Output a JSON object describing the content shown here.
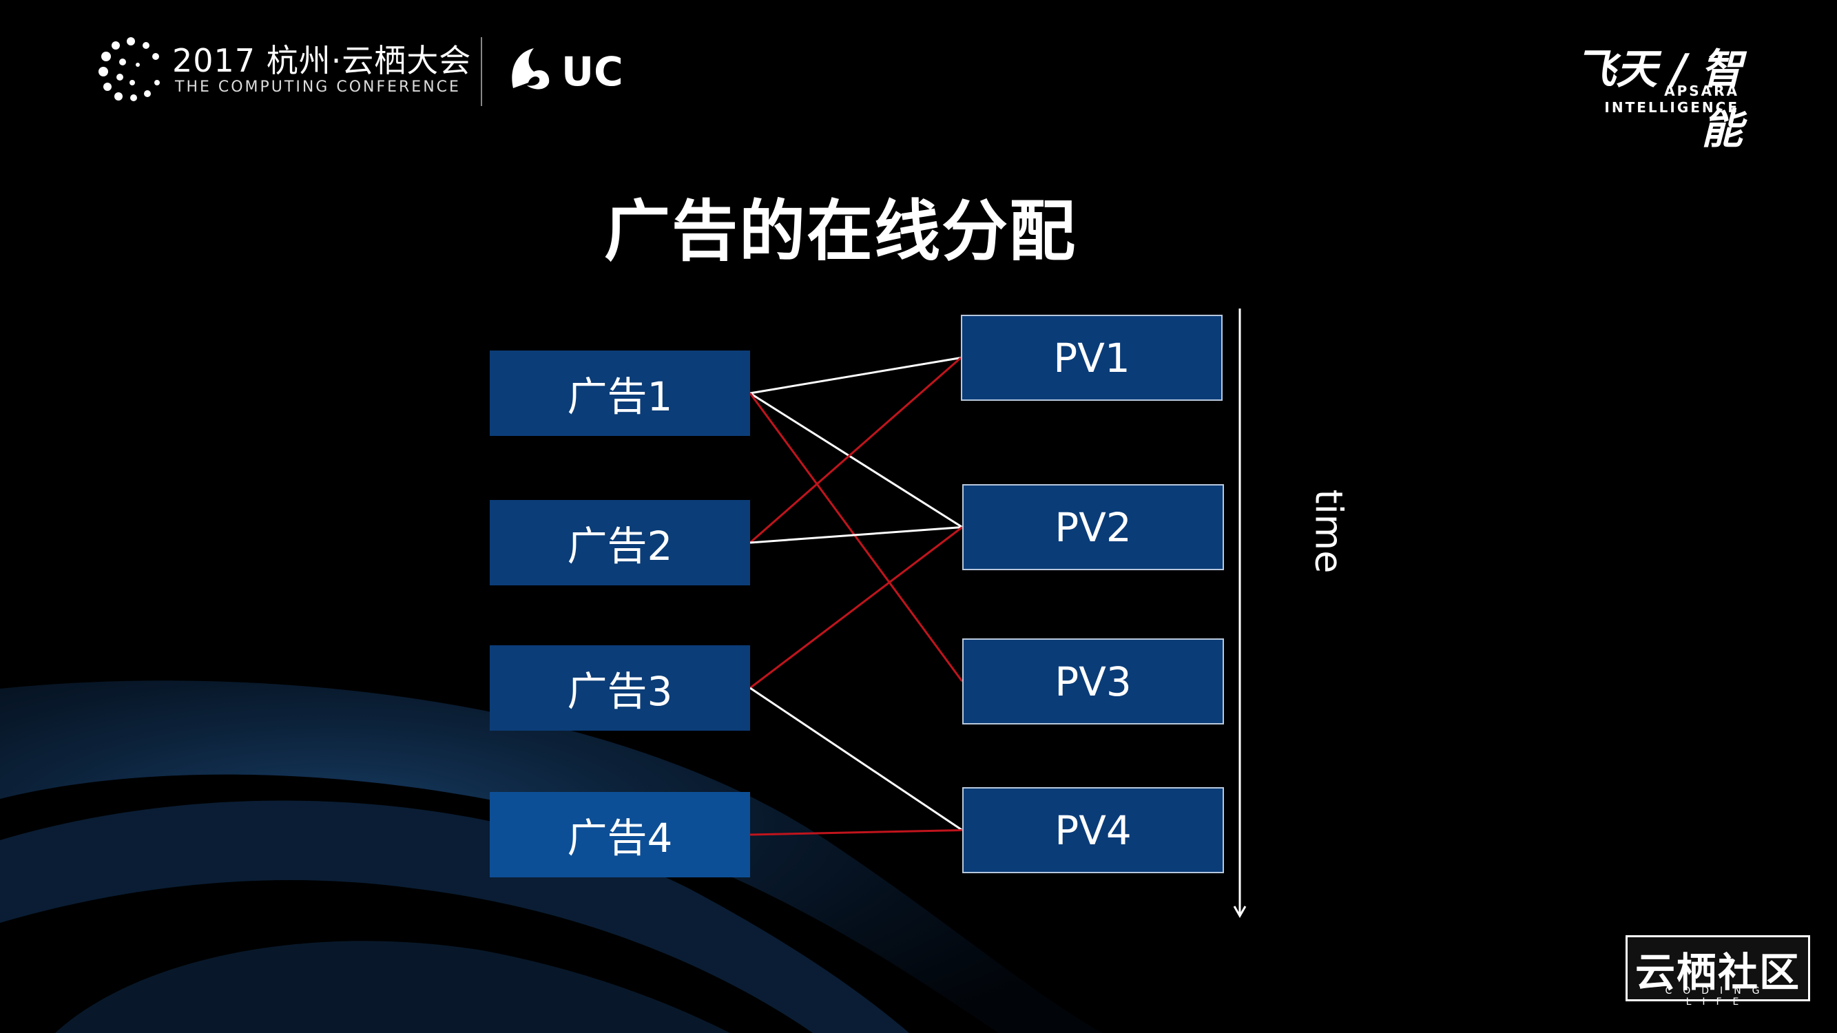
{
  "header": {
    "conference_title": "2017 杭州·云栖大会",
    "conference_subtitle": "THE COMPUTING CONFERENCE",
    "uc_logo_text": "UC",
    "apsara_title": "飞天 / 智能",
    "apsara_subtitle": "APSARA INTELLIGENCE"
  },
  "slide": {
    "title": "广告的在线分配",
    "time_label": "time"
  },
  "ads": [
    "广告1",
    "广告2",
    "广告3",
    "广告4"
  ],
  "pvs": [
    "PV1",
    "PV2",
    "PV3",
    "PV4"
  ],
  "edges": [
    {
      "ad": 0,
      "pv": 0,
      "color": "white"
    },
    {
      "ad": 0,
      "pv": 1,
      "color": "white"
    },
    {
      "ad": 0,
      "pv": 2,
      "color": "red"
    },
    {
      "ad": 1,
      "pv": 0,
      "color": "red"
    },
    {
      "ad": 1,
      "pv": 1,
      "color": "white"
    },
    {
      "ad": 2,
      "pv": 1,
      "color": "red"
    },
    {
      "ad": 2,
      "pv": 3,
      "color": "white"
    },
    {
      "ad": 3,
      "pv": 3,
      "color": "red"
    }
  ],
  "colors": {
    "box_fill": "#0b3d78",
    "edge_white": "#ffffff",
    "edge_red": "#c0141c",
    "background": "#000000"
  },
  "footer": {
    "community_logo": "云栖社区",
    "community_sub": "CODING LIFE"
  }
}
